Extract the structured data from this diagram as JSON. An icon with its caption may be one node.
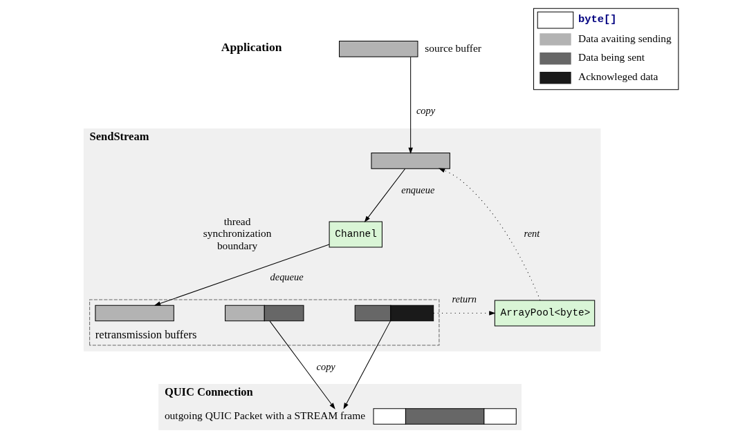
{
  "diagram": {
    "nodes": [
      {
        "text": [
          "SendStream"
        ]
      },
      {
        "text": [],
        "shape": "bar",
        "beside": [
          "source buffer"
        ]
      },
      {
        "text": [],
        "shape": "bar",
        "in": 0
      },
      {
        "text": [
          "Channel"
        ],
        "in": 0
      },
      {
        "text": [
          "ArrayPool<byte>"
        ],
        "in": 0
      },
      {
        "text": [
          "retransmission buffers"
        ],
        "in": 0
      },
      {
        "text": [],
        "shape": "bar",
        "in": 5
      },
      {
        "text": [],
        "shape": "bar",
        "in": 5
      },
      {
        "text": [],
        "shape": "bar",
        "in": 5
      },
      {
        "text": [
          "QUIC Connection"
        ]
      },
      {
        "text": [],
        "shape": "bar",
        "in": 9,
        "beside": [
          "outgoing QUIC Packet with a STREAM frame"
        ]
      }
    ],
    "edges": [
      {
        "from": 1,
        "to": 2,
        "arrow": "to",
        "label": "copy"
      },
      {
        "from": 2,
        "to": 3,
        "arrow": "to",
        "label": "enqueue"
      },
      {
        "from": 3,
        "to": 6,
        "arrow": "to",
        "label": "dequeue"
      },
      {
        "from": 4,
        "to": 2,
        "arrow": "to",
        "label": "rent",
        "style": "dashed"
      },
      {
        "from": 8,
        "to": 4,
        "arrow": "to",
        "label": "return",
        "style": "dashed"
      },
      {
        "from": 7,
        "to": 10,
        "arrow": "to",
        "label": "copy"
      },
      {
        "from": 8,
        "to": 10,
        "arrow": "to"
      }
    ],
    "labels": [
      "Application",
      "thread synchronization boundary"
    ],
    "legend": [
      {
        "text": "byte[]",
        "color": "#ffffff"
      },
      {
        "text": "Data avaiting sending",
        "color": "#b3b3b3"
      },
      {
        "text": "Data being sent",
        "color": "#676767"
      },
      {
        "text": "Acknowleged data",
        "color": "#1a1a1a"
      }
    ]
  }
}
